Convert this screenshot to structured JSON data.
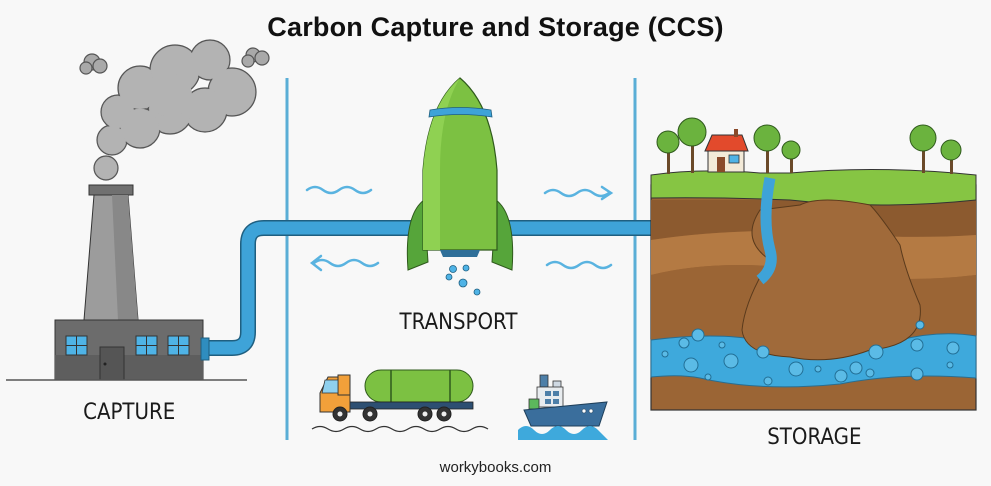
{
  "diagram": {
    "title": "Carbon Capture and Storage (CCS)",
    "stages": [
      {
        "id": "capture",
        "label": "CAPTURE",
        "icon": "factory-with-smokestack-icon"
      },
      {
        "id": "transport",
        "label": "TRANSPORT",
        "icon": "rocket-icon"
      },
      {
        "id": "storage",
        "label": "STORAGE",
        "icon": "underground-reservoir-icon"
      }
    ],
    "transport_vehicles": [
      "tanker-truck-icon",
      "ship-icon"
    ],
    "footer": "workybooks.com",
    "colors": {
      "pipe": "#3ea3d8",
      "divider": "#5aaed6",
      "smoke": "#a9a9a9",
      "factory": "#6e6e6e",
      "rocket": "#7cc142",
      "grass": "#86c543",
      "soil": "#a8703e",
      "reservoir": "#3ea9dc"
    }
  }
}
